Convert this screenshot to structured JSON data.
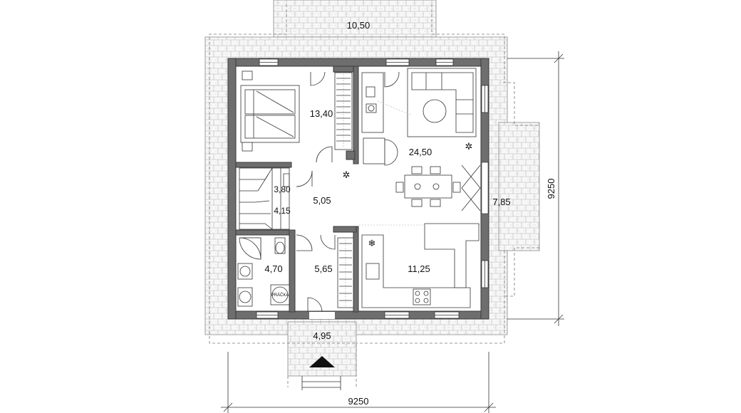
{
  "plan": {
    "rooms": [
      {
        "id": "terrace-north",
        "label": "10,50"
      },
      {
        "id": "bedroom",
        "label": "13,40"
      },
      {
        "id": "living",
        "label": "24,50"
      },
      {
        "id": "stair-small",
        "label": "3,80"
      },
      {
        "id": "stair",
        "label": "4,15"
      },
      {
        "id": "hall",
        "label": "5,05"
      },
      {
        "id": "terrace-east",
        "label": "7,85"
      },
      {
        "id": "bathroom",
        "label": "4,70"
      },
      {
        "id": "entry",
        "label": "5,65"
      },
      {
        "id": "kitchen",
        "label": "11,25"
      },
      {
        "id": "porch",
        "label": "4,95"
      }
    ],
    "dimensions": {
      "width": "9250",
      "height": "9250"
    },
    "appliance_label": "PRÁČKA"
  }
}
